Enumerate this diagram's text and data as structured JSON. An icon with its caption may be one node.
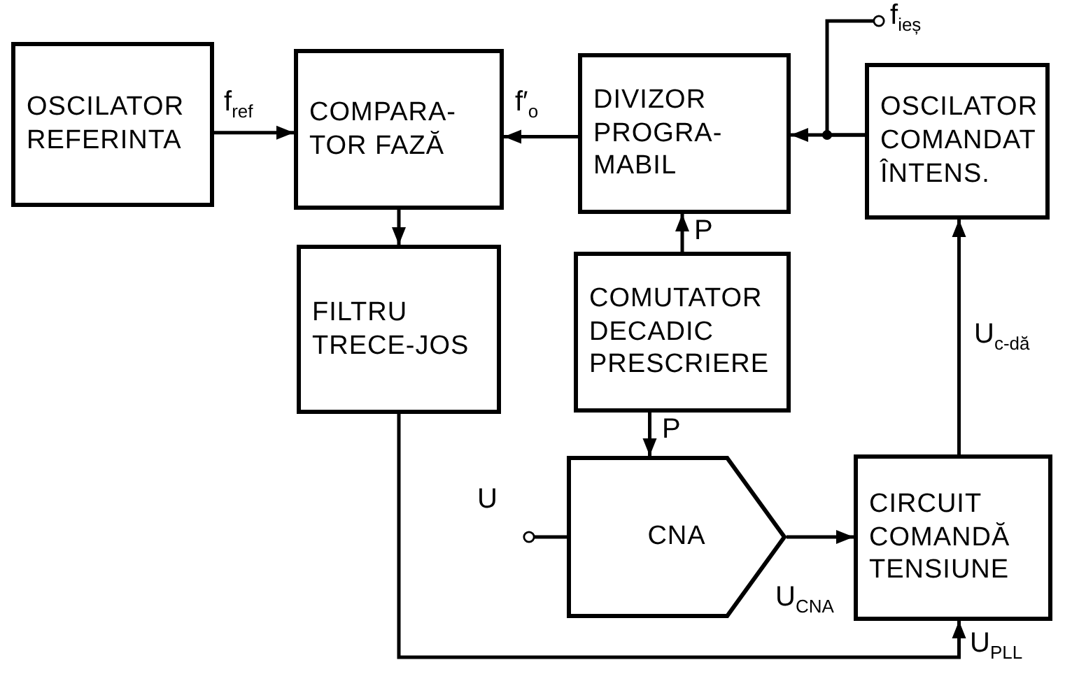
{
  "diagram": {
    "nodes": [
      {
        "text": [
          "OSCILATOR REFERINTA"
        ]
      },
      {
        "text": [
          "COMPARA- TOR FAZĂ"
        ]
      },
      {
        "text": [
          "DIVIZOR PROGRA- MABIL"
        ]
      },
      {
        "text": [
          "OSCILATOR COMANDAT ÎNTENS."
        ]
      },
      {
        "text": [
          "FILTRU TRECE-JOS"
        ]
      },
      {
        "text": [
          "COMUTATOR DECADIC PRESCRIERE"
        ]
      },
      {
        "text": [
          "CNA"
        ]
      },
      {
        "text": [
          "CIRCUIT COMANDĂ TENSIUNE"
        ]
      }
    ],
    "edges": [
      {
        "from": 0,
        "to": 1,
        "arrow": "to",
        "label": "f$_{ref}$"
      },
      {
        "from": 2,
        "to": 1,
        "arrow": "to",
        "label": "f′$_{o}$"
      },
      {
        "from": 3,
        "to": 2,
        "arrow": "to"
      },
      {
        "from": 3,
        "to": null,
        "arrow": "other",
        "label": "f$_{ieș}$"
      },
      {
        "from": 1,
        "to": 4,
        "arrow": "to"
      },
      {
        "from": 5,
        "to": 2,
        "arrow": "to",
        "label": "P"
      },
      {
        "from": 5,
        "to": 6,
        "arrow": "to",
        "label": "P"
      },
      {
        "from": null,
        "to": 6,
        "arrow": "other",
        "label": "U"
      },
      {
        "from": 6,
        "to": 7,
        "arrow": "to",
        "label": "U$_{CNA}$"
      },
      {
        "from": 4,
        "to": 7,
        "arrow": "to",
        "label": "U$_{PLL}$"
      },
      {
        "from": 7,
        "to": 3,
        "arrow": "to",
        "label": "U$_{c-dă}$"
      }
    ]
  }
}
